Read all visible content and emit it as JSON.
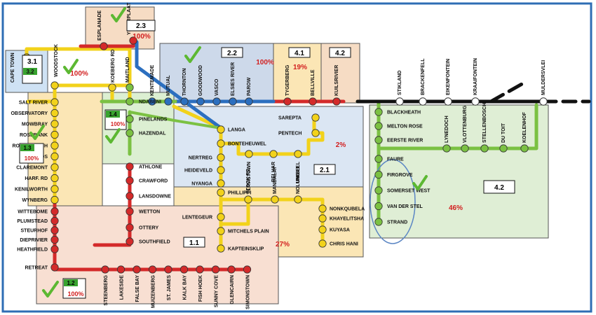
{
  "zones": [
    {
      "id": "1.1",
      "pct": "27%"
    },
    {
      "id": "1.2",
      "pct": "100%"
    },
    {
      "id": "1.3",
      "pct": "100%"
    },
    {
      "id": "1.4",
      "pct": "100%"
    },
    {
      "id": "2.1",
      "pct": "2%"
    },
    {
      "id": "2.2",
      "pct": "100%"
    },
    {
      "id": "2.3",
      "pct": "100%"
    },
    {
      "id": "3.1",
      "pct": "100%"
    },
    {
      "id": "3.2",
      "pct": ""
    },
    {
      "id": "4.1",
      "pct": "19%"
    },
    {
      "id": "4.2",
      "pct": ""
    },
    {
      "id": "4.2",
      "pct": "46%"
    }
  ],
  "stations": {
    "top_red": [
      "ESPLANADE",
      "YSTERPLAAT"
    ],
    "blue_line": [
      "KENTEMADE",
      "MUTUAL",
      "THORNTON",
      "GOODWOOD",
      "VASCO",
      "ELSIES RIVER",
      "PAROW"
    ],
    "red_east": [
      "TYGERBERG",
      "BELLVILLE",
      "KUILSRIVIER"
    ],
    "black_line": [
      "STIKLAND",
      "BRACKENFELL",
      "EIKENFONTEIN",
      "KRAAIFONTEIN",
      "MULDERSVLEI"
    ],
    "left_column": [
      "SALT RIVER",
      "OBSERVATORY",
      "MOWBRAY",
      "ROSEBANK",
      "RONDEBOSCH",
      "NEWLANDS",
      "CLAREMONT",
      "HARF. RD",
      "KENILWORTH",
      "WYNBERG"
    ],
    "red_south": [
      "WITTEBOME",
      "PLUMSTEAD",
      "STEURHOF",
      "DIEPRIVIER",
      "HEATHFIELD",
      "RETREAT"
    ],
    "bottom_stations": [
      "STEENBERG",
      "LAKESIDE",
      "FALSE BAY",
      "MUIZENBERG",
      "ST. JAMES",
      "KALK BAY",
      "FISH HOEK",
      "SUNNY COVE",
      "GLENCAIRN",
      "SIMONSTOWN"
    ],
    "cape_flats": [
      "NDABENI",
      "PINELANDS",
      "HAZENDAL",
      "ATHLONE",
      "CRAWFORD",
      "LANSDOWNE",
      "WETTON",
      "OTTERY",
      "SOUTHFIELD"
    ],
    "central": [
      "LANGA",
      "BONTEHEUWEL",
      "NERTREG",
      "HEIDEVELD",
      "NYANGA",
      "SAREPTA",
      "PENTECH"
    ],
    "central_vertical": [
      "LAVISTOWN",
      "BELHAR",
      "UNIBELL"
    ],
    "khayelitsha_line": [
      "PHILLIPPI",
      "LENTEGEUR",
      "MITCHELS PLAIN",
      "KAPTEINSKLIP"
    ],
    "kh_vertical": [
      "STOCK RD",
      "MANDALAY",
      "NOLUNGILE"
    ],
    "kh_right": [
      "NONKQUBELA",
      "KHAYELITSHA",
      "KUYASA",
      "CHRIS HANI"
    ],
    "east_green": [
      "BLACKHEATH",
      "MELTON ROSE",
      "EERSTE RIVER",
      "FAURE",
      "FIRGROVE",
      "SOMERSET WEST",
      "VAN DER STEL",
      "STRAND"
    ],
    "east_vertical": [
      "LYNEDOCH",
      "VLOTTENBURG",
      "STELLENBOSCH",
      "DU TOIT",
      "KOELENHOF"
    ],
    "north_cape": [
      "CAPE TOWN",
      "WOODSTOCK",
      "KOEBERG RD",
      "MAITLAND"
    ]
  },
  "colors": {
    "yellow": "#f2d21b",
    "red": "#d42a2a",
    "blue": "#2c6fbf",
    "green": "#7bc143",
    "black": "#111111",
    "check": "#5cb832",
    "pct": "#d21f1f"
  }
}
